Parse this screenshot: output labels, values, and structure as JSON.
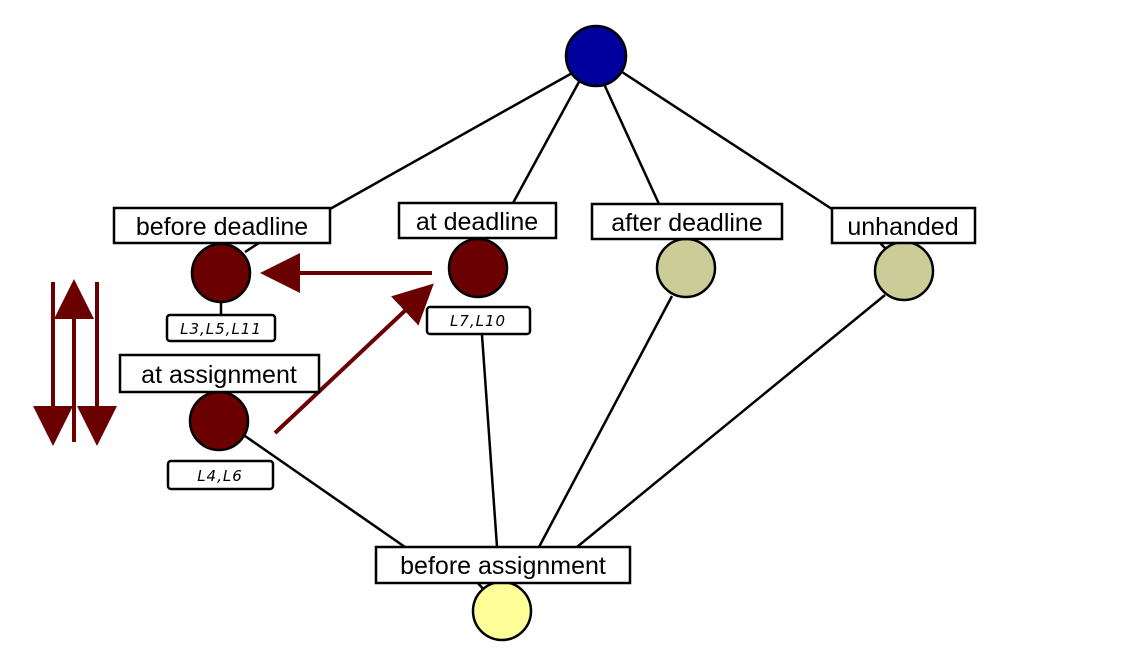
{
  "diagram": {
    "colors": {
      "top": "#00009C",
      "dark_red": "#6A0000",
      "khaki": "#CCCC99",
      "light_yellow": "#FFFF99",
      "edge": "#000000",
      "arrow": "#6A0000"
    },
    "nodes": {
      "top": {
        "label": ""
      },
      "before_deadline": {
        "label": "before deadline"
      },
      "at_deadline": {
        "label": "at deadline",
        "objects": "L7,L10"
      },
      "after_deadline": {
        "label": "after deadline"
      },
      "unhanded": {
        "label": "unhanded"
      },
      "mid_dark": {
        "objects": "L3,L5,L11"
      },
      "at_assignment": {
        "label": "at assignment",
        "objects": "L4,L6"
      },
      "bottom": {
        "label": "before assignment"
      }
    }
  }
}
